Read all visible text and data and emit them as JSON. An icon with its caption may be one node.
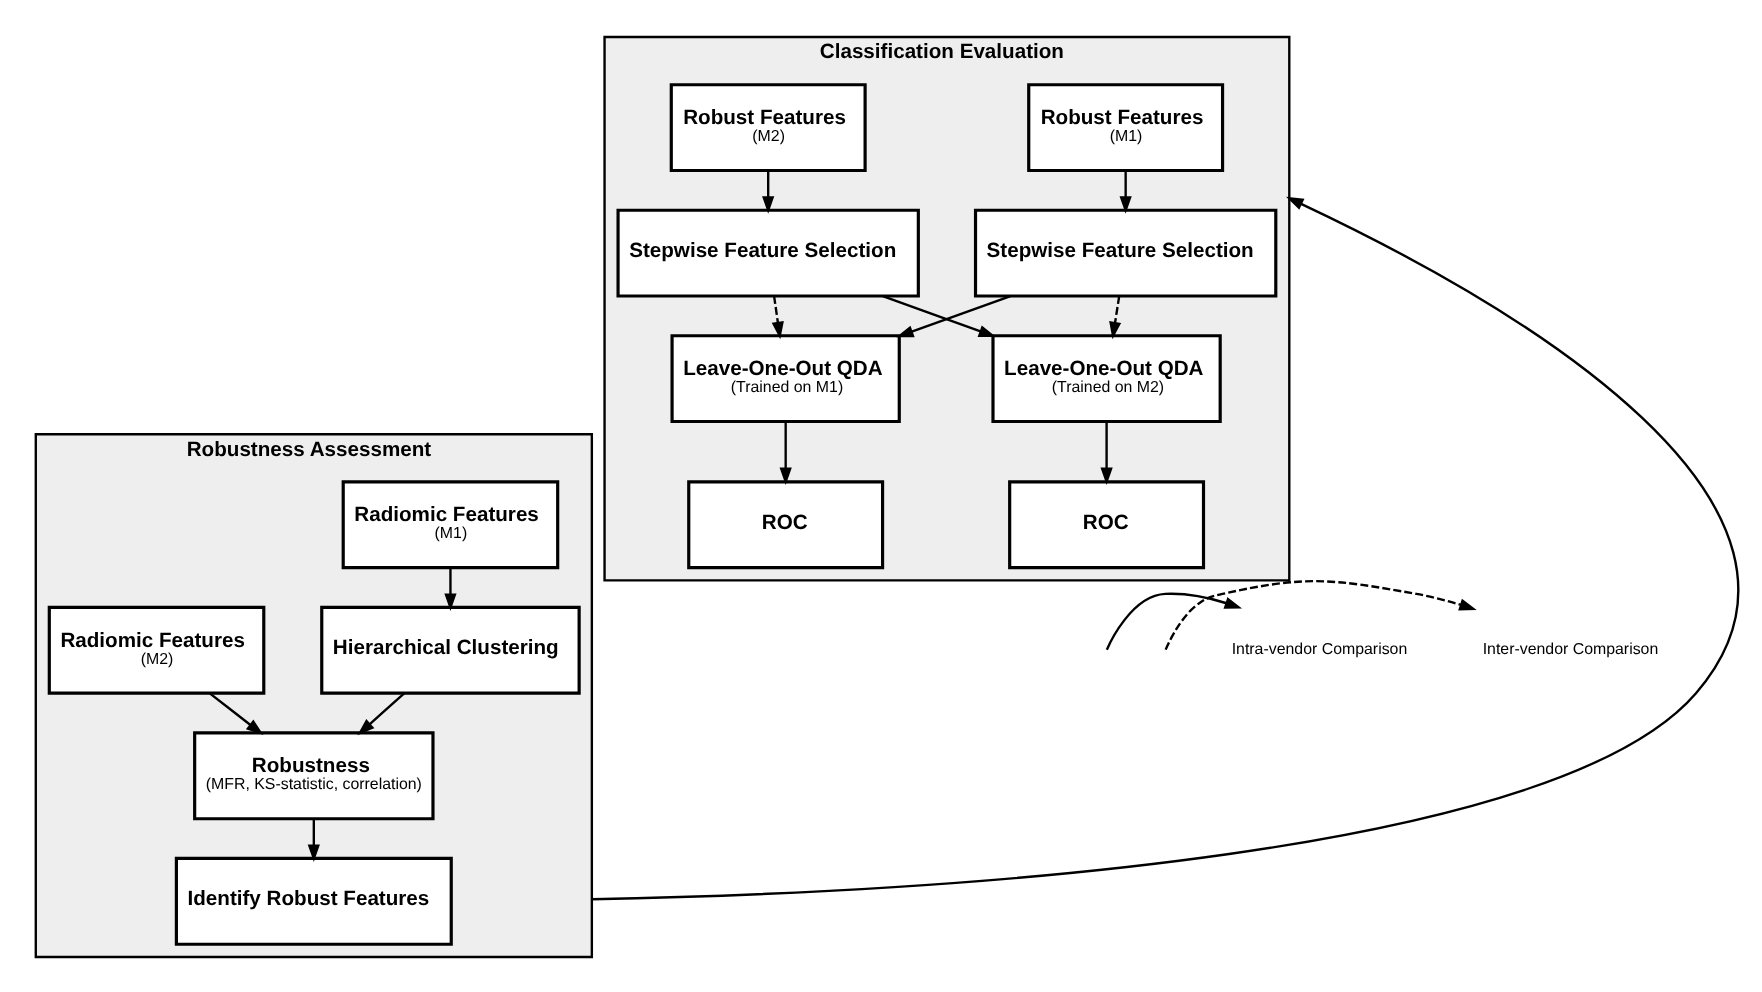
{
  "diagram": {
    "nodes": [
      {
        "text": [
          "Robustness Assessment"
        ]
      },
      {
        "text": [
          "Radiomic Features",
          "(M1)"
        ],
        "in": 0
      },
      {
        "text": [
          "Radiomic Features",
          "(M2)"
        ],
        "in": 0
      },
      {
        "text": [
          "Hierarchical Clustering"
        ],
        "in": 0
      },
      {
        "text": [
          "Robustness",
          "(MFR, KS-statistic, correlation)"
        ],
        "in": 0
      },
      {
        "text": [
          "Identify Robust Features"
        ],
        "in": 0
      },
      {
        "text": [
          "Classification Evaluation"
        ]
      },
      {
        "text": [
          "Robust Features",
          "(M1)"
        ],
        "in": 6
      },
      {
        "text": [
          "Robust Features",
          "(M2)"
        ],
        "in": 6
      },
      {
        "text": [
          "Stepwise Feature Selection"
        ],
        "in": 6
      },
      {
        "text": [
          "Stepwise Feature Selection"
        ],
        "in": 6
      },
      {
        "text": [
          "Leave-One-Out QDA",
          "(Trained on M1)"
        ],
        "in": 6
      },
      {
        "text": [
          "Leave-One-Out QDA",
          "(Trained on M2)"
        ],
        "in": 6
      },
      {
        "text": [
          "ROC"
        ],
        "in": 6
      },
      {
        "text": [
          "ROC"
        ],
        "in": 6
      }
    ],
    "edges": [
      {
        "from": 1,
        "to": 3,
        "arrow": "to"
      },
      {
        "from": 3,
        "to": 4,
        "arrow": "to"
      },
      {
        "from": 2,
        "to": 4,
        "arrow": "to"
      },
      {
        "from": 4,
        "to": 5,
        "arrow": "to"
      },
      {
        "from": 0,
        "to": 6,
        "arrow": "to"
      },
      {
        "from": 7,
        "to": 9,
        "arrow": "to"
      },
      {
        "from": 8,
        "to": 10,
        "arrow": "to"
      },
      {
        "from": 9,
        "to": 11,
        "arrow": "to"
      },
      {
        "from": 10,
        "to": 12,
        "arrow": "to"
      },
      {
        "from": 9,
        "to": 12,
        "arrow": "to",
        "style": "dashed"
      },
      {
        "from": 10,
        "to": 11,
        "arrow": "to",
        "style": "dashed"
      },
      {
        "from": 11,
        "to": 13,
        "arrow": "to"
      },
      {
        "from": 12,
        "to": 14,
        "arrow": "to"
      }
    ],
    "legend": [
      {
        "text": "Intra-vendor Comparison"
      },
      {
        "text": "Inter-vendor Comparison"
      }
    ]
  }
}
